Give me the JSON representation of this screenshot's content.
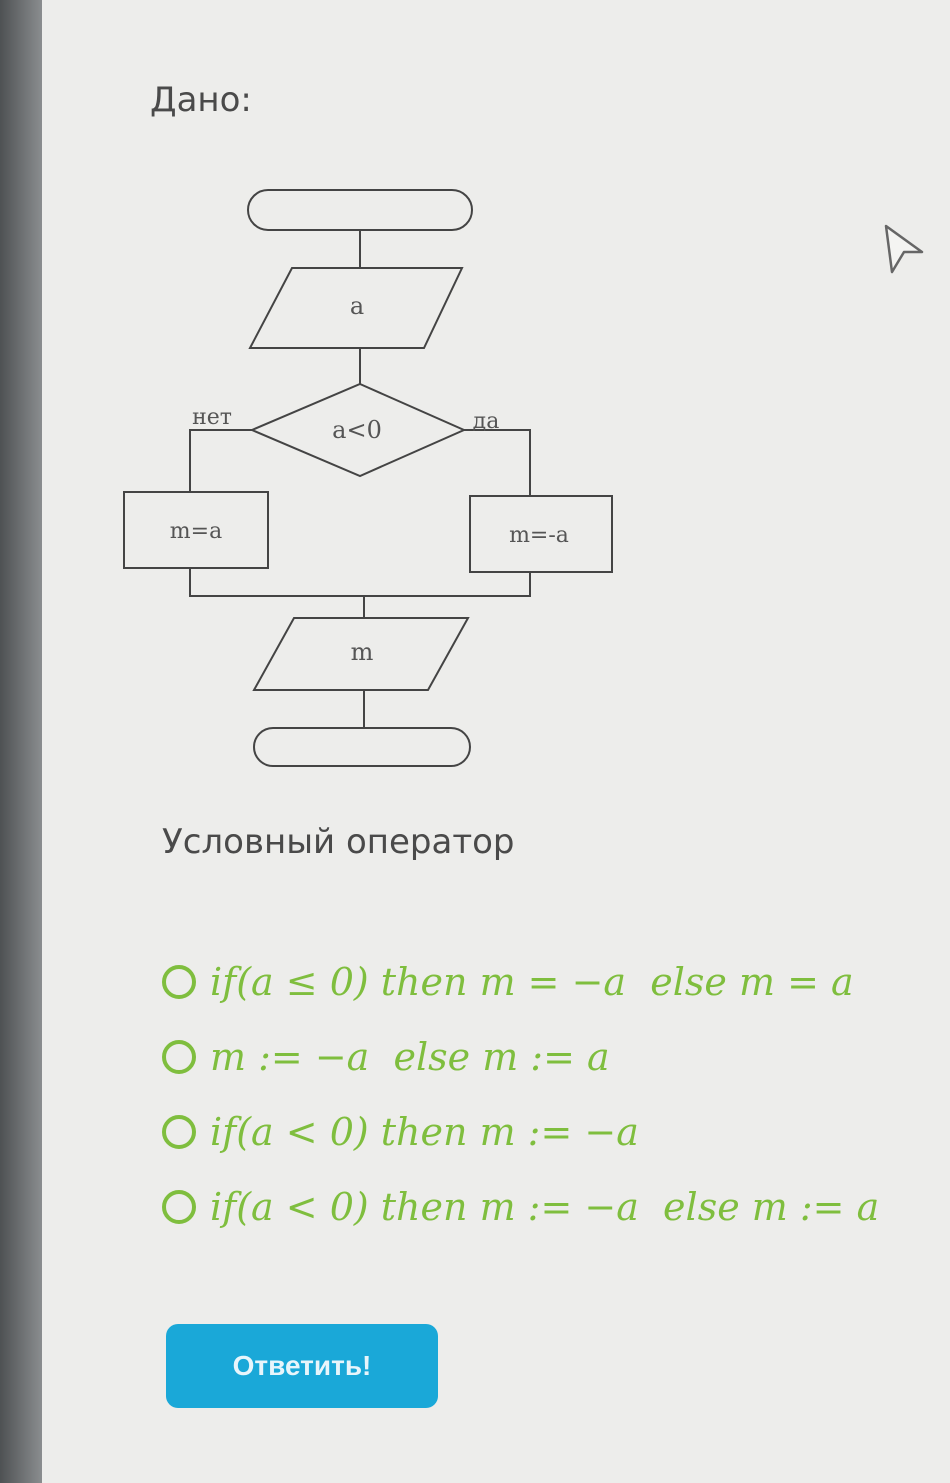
{
  "question": {
    "given_label": "Дано:",
    "section_title": "Условный оператор"
  },
  "flowchart": {
    "input_label": "a",
    "condition_label": "a<0",
    "no_label": "нет",
    "yes_label": "да",
    "left_assign_label": "m=a",
    "right_assign_label": "m=-a",
    "output_label": "m"
  },
  "options": [
    {
      "label": "if(a ≤ 0) then m = −a  else m = a"
    },
    {
      "label": "m := −a  else m := a"
    },
    {
      "label": "if(a < 0) then m := −a"
    },
    {
      "label": "if(a < 0) then m := −a  else m := a"
    }
  ],
  "submit": {
    "label": "Ответить!"
  },
  "colors": {
    "accent_green": "#7fbe3e",
    "button_blue": "#1aa8d8"
  }
}
